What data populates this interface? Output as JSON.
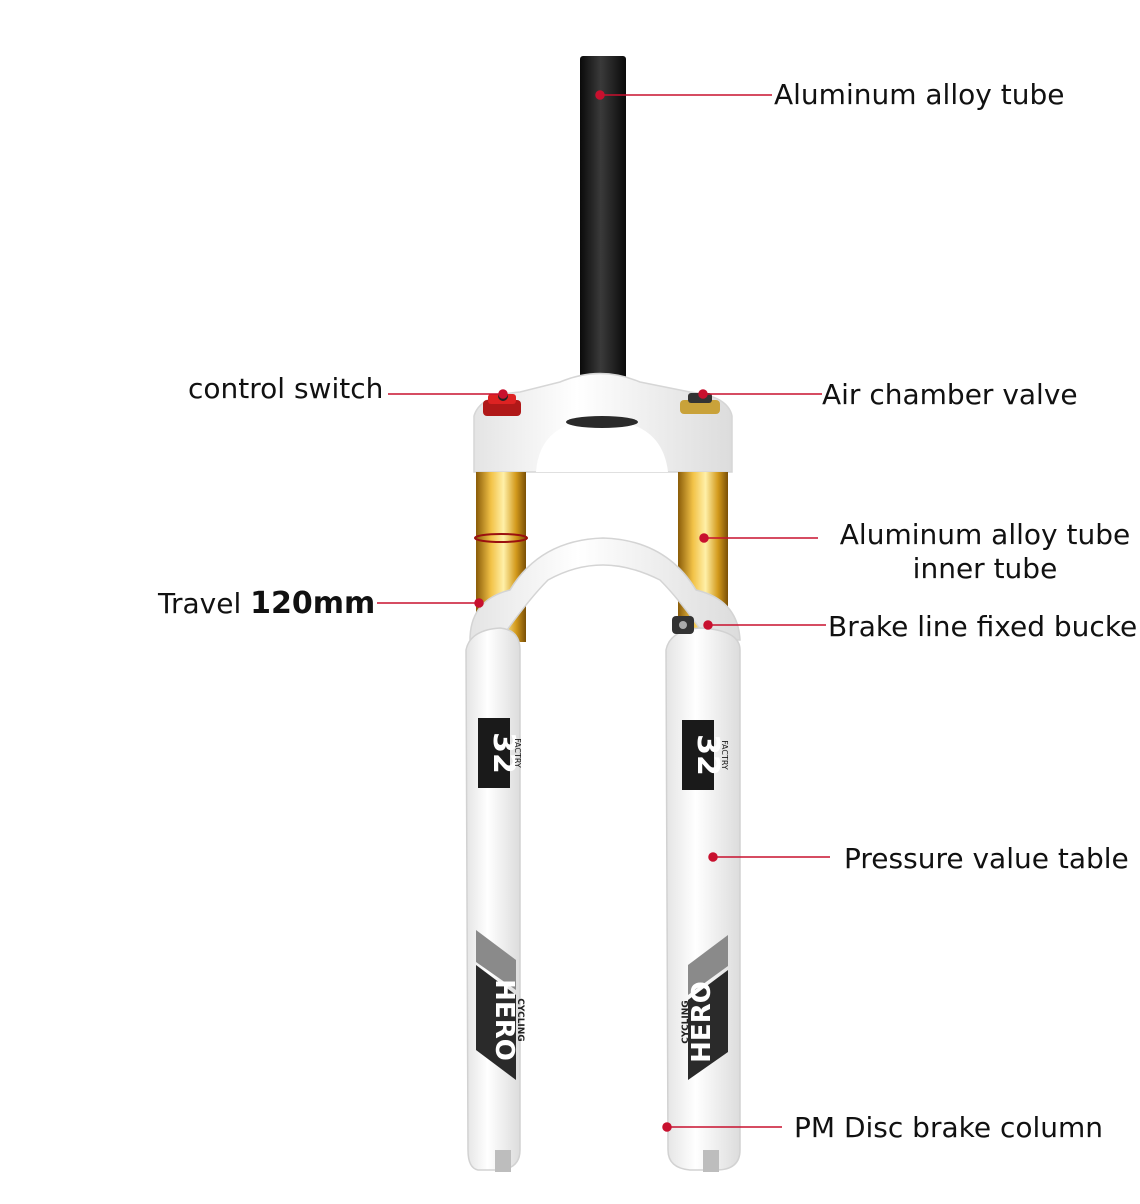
{
  "colors": {
    "leader": "#c8102e",
    "tube_black": "#1c1c1c",
    "stanchion_gold": "#d9a21b",
    "body_white": "#f4f4f4",
    "outline": "#cfcfcf"
  },
  "callouts": {
    "steerer": "Aluminum alloy tube",
    "control": "control switch",
    "air_valve": "Air chamber valve",
    "inner_tube_line1": "Aluminum alloy tube",
    "inner_tube_line2": "inner tube",
    "travel_prefix": "Travel",
    "travel_value": "120mm",
    "brake_line": "Brake line fixed bucke",
    "pressure": "Pressure value table",
    "disc_brake": "PM Disc brake column"
  },
  "fork_markings": {
    "model_number": "32",
    "model_suffix": "FACTRY",
    "brand_top": "CYCLING",
    "brand_main": "HERO"
  }
}
